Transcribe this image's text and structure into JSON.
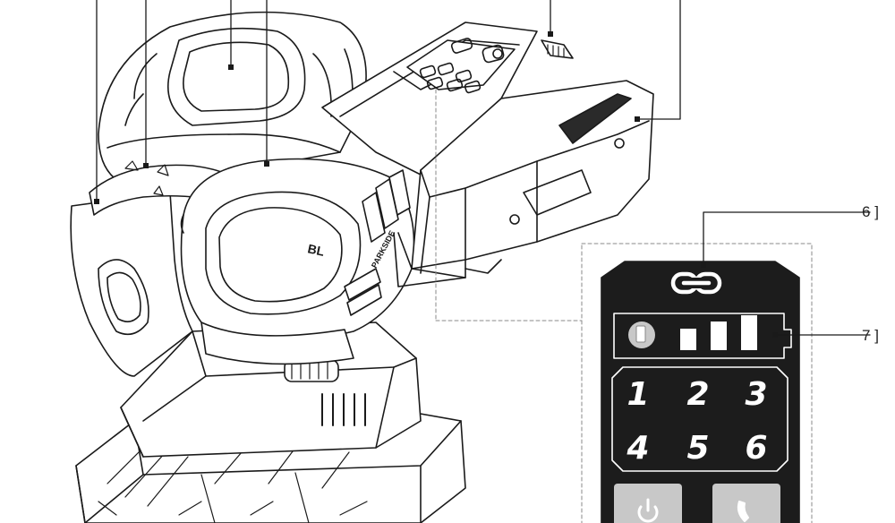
{
  "callouts": [
    {
      "number": "6",
      "target": "connect-indicator"
    },
    {
      "number": "7",
      "target": "battery-level-indicator"
    }
  ],
  "tool": {
    "side_marking": "BL",
    "grip_branding": "PARKSIDE"
  },
  "control_panel": {
    "mode_numbers": [
      "1",
      "2",
      "3",
      "4",
      "5",
      "6"
    ],
    "icons": [
      "link-icon",
      "battery-icon",
      "power-icon",
      "phone-icon"
    ]
  },
  "colors": {
    "line": "#1a1a1a",
    "panel": "#1c1c1c",
    "panel_text": "#ffffff",
    "button": "#c8c8c8"
  }
}
